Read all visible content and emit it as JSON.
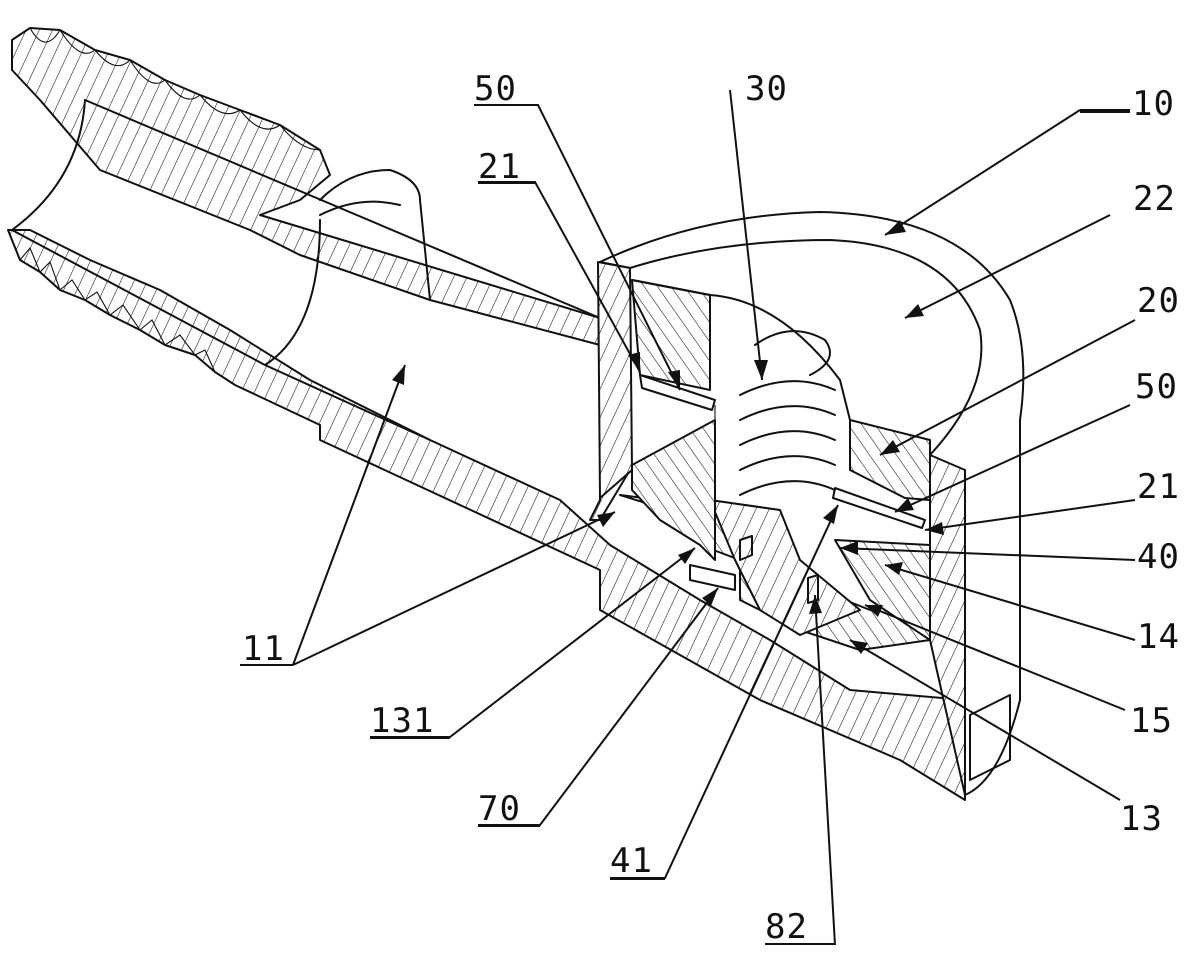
{
  "labels": {
    "l10": "10",
    "l11": "11",
    "l13": "13",
    "l14": "14",
    "l15": "15",
    "l20": "20",
    "l21_top": "21",
    "l21_right": "21",
    "l22": "22",
    "l30": "30",
    "l40": "40",
    "l41": "41",
    "l50_top": "50",
    "l50_right": "50",
    "l70": "70",
    "l82": "82",
    "l131": "131"
  },
  "colors": {
    "line": "#111111",
    "background": "#ffffff"
  }
}
